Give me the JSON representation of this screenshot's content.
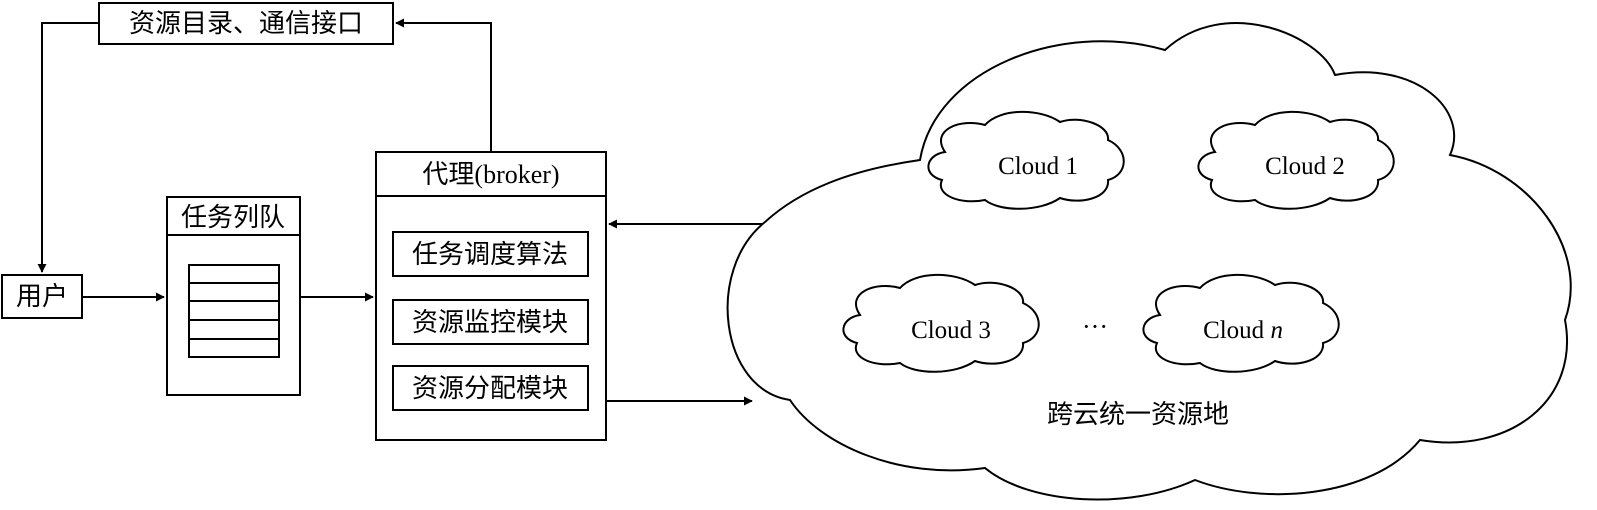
{
  "nodes": {
    "directory": "资源目录、通信接口",
    "user": "用户",
    "queue_title": "任务列队",
    "broker_title": "代理(broker)",
    "broker_modules": [
      "任务调度算法",
      "资源监控模块",
      "资源分配模块"
    ],
    "pool_label": "跨云统一资源地",
    "ellipsis": "···"
  },
  "clouds": {
    "c1": "Cloud 1",
    "c2": "Cloud 2",
    "c3": "Cloud 3",
    "cn_prefix": "Cloud ",
    "cn_var": "n"
  }
}
